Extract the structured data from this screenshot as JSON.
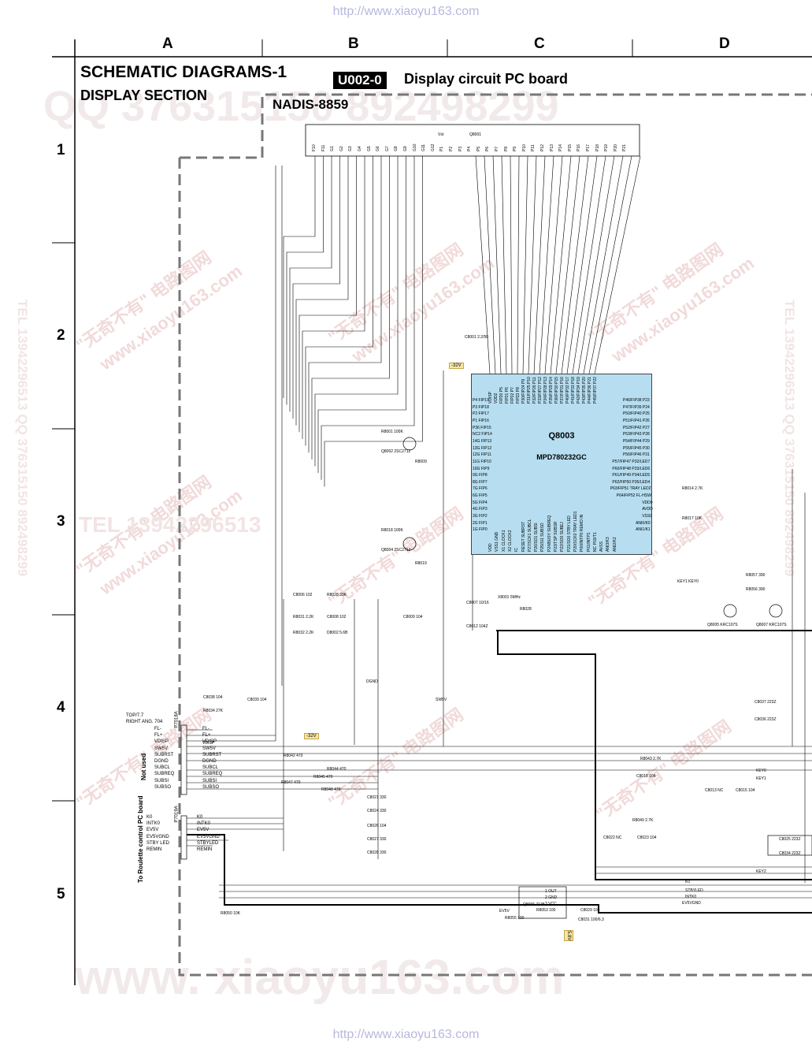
{
  "header": {
    "url_top": "http://www.xiaoyu163.com",
    "url_bottom": "http://www.xiaoyu163.com",
    "columns": [
      "A",
      "B",
      "C",
      "D"
    ],
    "rows": [
      "1",
      "2",
      "3",
      "4",
      "5"
    ]
  },
  "titles": {
    "main": "SCHEMATIC DIAGRAMS-1",
    "section": "DISPLAY SECTION",
    "board_code": "U002-0",
    "board_name": "Display circuit PC board",
    "part_number": "NADIS-8859"
  },
  "watermarks": {
    "qq_top": "QQ 376315150   892498299",
    "site_bottom": "www. xiaoyu163.com",
    "tel_left": "TEL 13942296513   QQ 376315150   892498299",
    "tel_right": "TEL 13942296513   QQ 376315150   892498299",
    "diag_cn": "\"无奇不有\" 电路图网",
    "diag_site": "www.xiaoyu163.com",
    "tel_mid": "TEL 13942296513"
  },
  "display_tube": {
    "ref": "Q8001",
    "label": "Vst",
    "pins": [
      "F10",
      "F11",
      "G1",
      "G2",
      "G3",
      "G4",
      "G5",
      "G6",
      "G7",
      "G8",
      "G9",
      "G10",
      "G11",
      "G12",
      "P1",
      "P2",
      "P3",
      "P4",
      "P5",
      "P6",
      "P7",
      "P8",
      "P9",
      "P10",
      "P11",
      "P12",
      "P13",
      "P14",
      "P15",
      "P16",
      "P17",
      "P18",
      "P19",
      "P20",
      "P21"
    ]
  },
  "ic": {
    "ref": "Q8003",
    "part": "MPD780232GC",
    "left_pins": [
      "P4 FIP19",
      "P3 FIP18",
      "P2 FIP17",
      "P1 FIP16",
      "P36 FIP15",
      "NC2 FIP14",
      "14G FIP13",
      "13G FIP12",
      "12G FIP11",
      "11G FIP10",
      "10G FIP9",
      "9G FIP8",
      "8G FIP7",
      "7G FIP6",
      "6G FIP5",
      "5G FIP4",
      "4G FIP3",
      "3G FIP2",
      "2G FIP1",
      "1G FIP0"
    ],
    "right_pins": [
      "P46/FIP38 P23",
      "P47/FIP39 P24",
      "P50/FIP40 P25",
      "P51/FIP41 P26",
      "P52/FIP42 P27",
      "P53/FIP43 P28",
      "P54/FIP44 P29",
      "P55/FIP45 P30",
      "P56/FIP46 P31",
      "P57/FIP47 P32/LED7",
      "P60/FIP48 P33/LED6",
      "P61/FIP49 P34/LED5",
      "P62/FIP50 P35/LED4",
      "P63/FIP51 TRAY LED2",
      "P64/FIP52 FL-HSW",
      "VDD0",
      "AVDD",
      "VSS0",
      "ANI0/K0",
      "ANI1/K1"
    ],
    "bottom_pins": [
      "VDD",
      "VSS1 GND",
      "X1 CLOCK1",
      "X2 CLOCK2",
      "IC",
      "RESET SUBRST",
      "P27/SCK1 SUBCL",
      "P26/SO1 SUBSI",
      "P25/SI1 SUBSO",
      "P24/BUSY SUBREQ",
      "P23/TSP SUBSR",
      "P22/SO0 SUBEJ",
      "P21/SO0 STBY LED",
      "P20/SCK0 TRAY LED1",
      "P00/INTP0 REMO IN",
      "P01/INTP1",
      "NC P03/T1",
      "AVSS",
      "ANI3/K3",
      "ANI2/K2"
    ],
    "top_pins": [
      "VDISP",
      "VDD2",
      "FIP20 P5",
      "FIP21 P6",
      "FIP22 P7",
      "FIP23 P8",
      "P30/FIP24 P9",
      "P31/FIP25 P10",
      "P32/FIP26 P11",
      "P33/FIP27 P12",
      "P34/FIP28 P13",
      "P35/FIP29 P14",
      "P36/FIP30 P15",
      "P37/FIP31 P16",
      "P40/FIP32 P17",
      "P41/FIP33 P18",
      "P42/FIP34 P19",
      "P43/FIP35 P20",
      "P44/FIP36 P21",
      "P45/FIP37 P22"
    ]
  },
  "connectors": {
    "upper": {
      "ref": "P7018A",
      "title_lines": [
        "TOP/7.7",
        "RIGHT ANG. 704"
      ],
      "pins": [
        "FL-",
        "FL+",
        "VDISP",
        "SW5V",
        "SUBRST",
        "DGND",
        "SUBCL",
        "SUBREQ",
        "SUBSI",
        "SUBSO"
      ],
      "nets": [
        "FL-",
        "FL+",
        "VDISP",
        "SW5V",
        "SUBRST",
        "DGND",
        "SUBCL",
        "SUBREQ",
        "SUBSI",
        "SUBSO"
      ]
    },
    "lower": {
      "ref": "P7019A",
      "pins": [
        "K0",
        "INTK0",
        "EV5V",
        "EV5VGND",
        "STBY LED",
        "REMIN"
      ],
      "nets": [
        "K0",
        "INTK0",
        "EV5V",
        "EV5VGND",
        "STBYLED",
        "REMIN"
      ]
    },
    "side_labels": [
      "Not used",
      "To Roulette control PC board"
    ]
  },
  "components": [
    "C8001 2.2/50",
    "R8001 100K",
    "Q8002 2SC2712",
    "R8009",
    "R8018 100K",
    "Q8004 2SC2712",
    "R8019",
    "C8006 102",
    "R8028 33K",
    "R8031 2.2K",
    "C8008 102",
    "C8009 104",
    "R8032 2.2K",
    "D8002 5.6B",
    "C8007 10/16",
    "X8001 5MHz",
    "R8028",
    "C8012 104Z",
    "C8038 104",
    "R8034 27K",
    "C8039 104",
    "R8042 470",
    "R8044 470",
    "R8045 470",
    "R8047 470",
    "R8048 470",
    "C8021 330",
    "C8024 330",
    "C8026 104",
    "C8027 330",
    "C8028 330",
    "R8014 2.7K",
    "R8017 10K",
    "R8057 390",
    "R8056 390",
    "Q8005 KRC107S",
    "Q8007 KRC107S",
    "C8037 223Z",
    "C8036 223Z",
    "R8043 2.7K",
    "C8018 104",
    "C8013 NC",
    "C8015 104",
    "R8049 2.7K",
    "C8022 NC",
    "C8023 104",
    "C8025 223Z",
    "C8034 223Z",
    "R8050 10K",
    "R8055 100",
    "R8053 100",
    "C8029 104",
    "Q8006 7138",
    "C8031 100/6.3"
  ],
  "nets": [
    "DGND",
    "SW5V",
    "VDISP",
    "KEY0",
    "KEY1",
    "KEY2",
    "STBYLED",
    "INTK0",
    "EV5VGND",
    "EV5V",
    "K0",
    "KEY1 KEY0",
    "1 OUT",
    "2 GND",
    "3 VCC"
  ],
  "voltages": [
    "-32V",
    "-32V",
    "5.8V"
  ]
}
